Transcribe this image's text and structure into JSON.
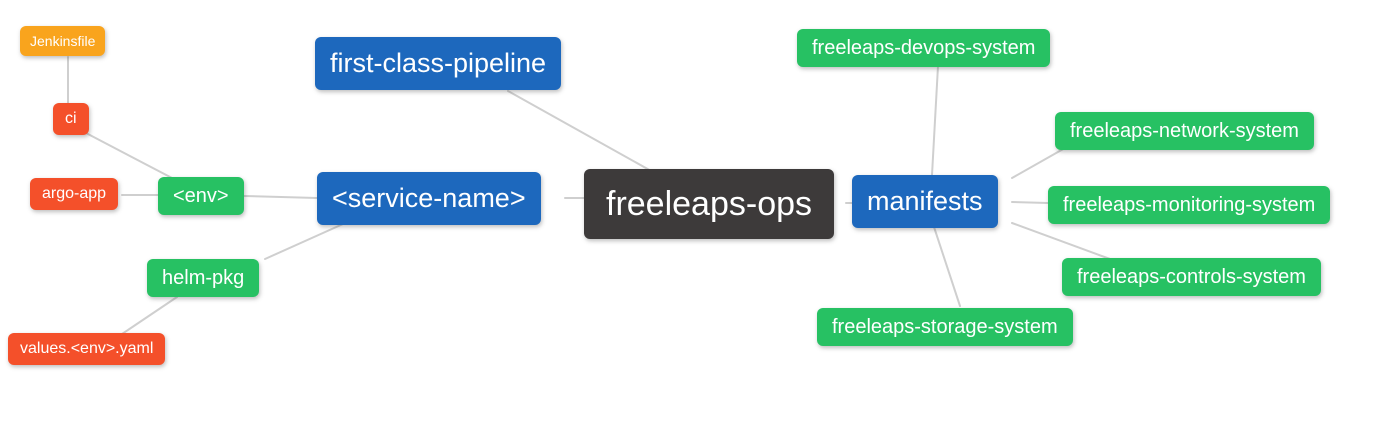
{
  "palette": {
    "root": "#3d3a3a",
    "level1": "#1d68bd",
    "level2": "#27c163",
    "level3": "#f4502a",
    "level4": "#f9a41d",
    "edge": "#cfcfcf",
    "text": "#ffffff",
    "background": "#ffffff"
  },
  "diagram": {
    "type": "mindmap",
    "root": "freeleaps-ops",
    "edges": [
      {
        "from": "Jenkinsfile",
        "to": "ci"
      },
      {
        "from": "ci",
        "to": "<env>"
      },
      {
        "from": "argo-app",
        "to": "<env>"
      },
      {
        "from": "<env>",
        "to": "<service-name>"
      },
      {
        "from": "helm-pkg",
        "to": "<service-name>"
      },
      {
        "from": "values.<env>.yaml",
        "to": "helm-pkg"
      },
      {
        "from": "first-class-pipeline",
        "to": "freeleaps-ops"
      },
      {
        "from": "<service-name>",
        "to": "freeleaps-ops"
      },
      {
        "from": "freeleaps-ops",
        "to": "manifests"
      },
      {
        "from": "manifests",
        "to": "freeleaps-devops-system"
      },
      {
        "from": "manifests",
        "to": "freeleaps-network-system"
      },
      {
        "from": "manifests",
        "to": "freeleaps-monitoring-system"
      },
      {
        "from": "manifests",
        "to": "freeleaps-controls-system"
      },
      {
        "from": "manifests",
        "to": "freeleaps-storage-system"
      }
    ]
  },
  "nodes": [
    {
      "id": "jenkinsfile",
      "label": "Jenkinsfile",
      "level": 4
    },
    {
      "id": "ci",
      "label": "ci",
      "level": 3
    },
    {
      "id": "argo-app",
      "label": "argo-app",
      "level": 3
    },
    {
      "id": "env",
      "label": "<env>",
      "level": 2
    },
    {
      "id": "helm-pkg",
      "label": "helm-pkg",
      "level": 2
    },
    {
      "id": "values-env-yaml",
      "label": "values.<env>.yaml",
      "level": 3
    },
    {
      "id": "first-class-pipeline",
      "label": "first-class-pipeline",
      "level": 1
    },
    {
      "id": "service-name",
      "label": "<service-name>",
      "level": 1
    },
    {
      "id": "freeleaps-ops",
      "label": "freeleaps-ops",
      "level": 0
    },
    {
      "id": "manifests",
      "label": "manifests",
      "level": 1
    },
    {
      "id": "freeleaps-devops-system",
      "label": "freeleaps-devops-system",
      "level": 2
    },
    {
      "id": "freeleaps-network-system",
      "label": "freeleaps-network-system",
      "level": 2
    },
    {
      "id": "freeleaps-monitoring-system",
      "label": "freeleaps-monitoring-system",
      "level": 2
    },
    {
      "id": "freeleaps-controls-system",
      "label": "freeleaps-controls-system",
      "level": 2
    },
    {
      "id": "freeleaps-storage-system",
      "label": "freeleaps-storage-system",
      "level": 2
    }
  ]
}
